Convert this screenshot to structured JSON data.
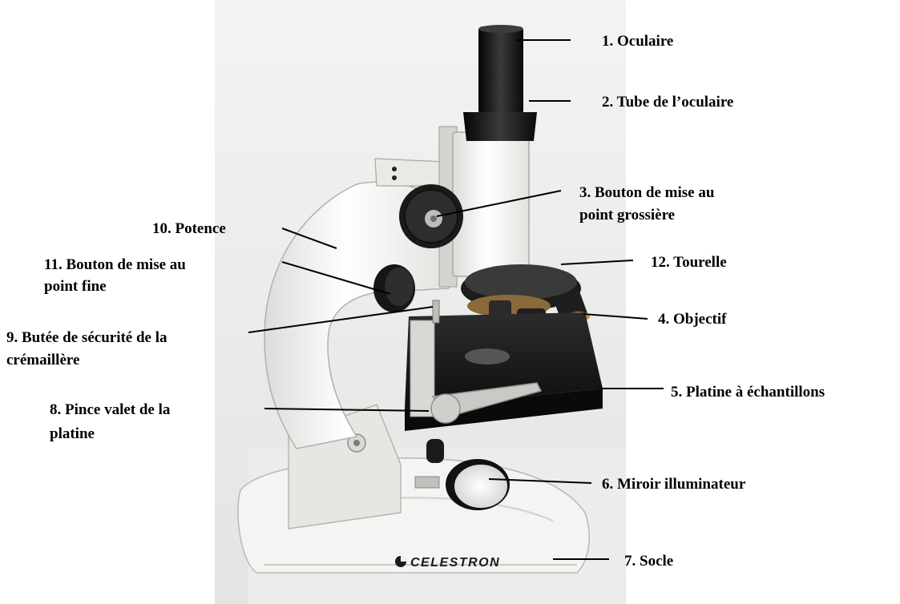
{
  "brand": "CELESTRON",
  "labels": {
    "oculaire": "1. Oculaire",
    "tube": "2. Tube de l’oculaire",
    "coarse_l1": "3. Bouton de mise au",
    "coarse_l2": "point grossière",
    "objectif": "4. Objectif",
    "platine": "5. Platine à échantillons",
    "miroir": "6. Miroir illuminateur",
    "socle": "7. Socle",
    "pince_l1": "8. Pince valet de la",
    "pince_l2": "platine",
    "butee_l1": "9. Butée de sécurité de la",
    "butee_l2": "crémaillère",
    "potence": "10. Potence",
    "fine_l1": "11. Bouton de mise au",
    "fine_l2": "point fine",
    "tourelle": "12. Tourelle"
  }
}
